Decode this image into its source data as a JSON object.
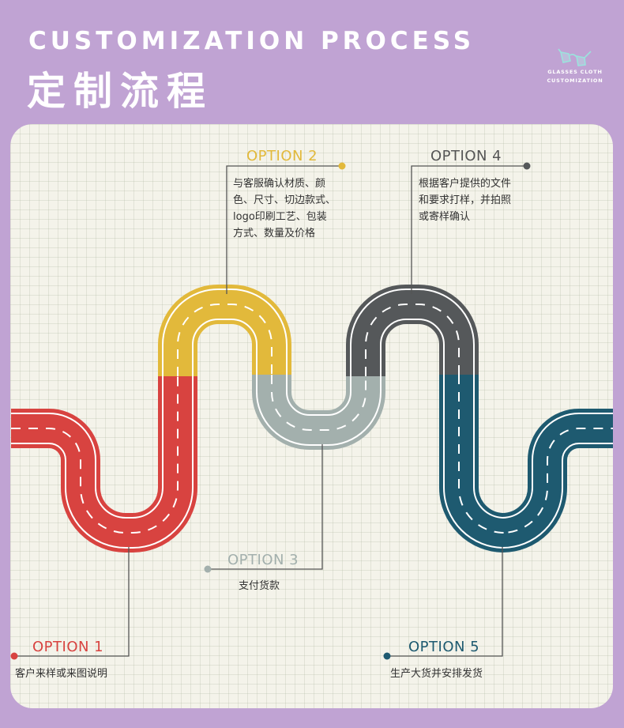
{
  "header": {
    "title_en": "CUSTOMIZATION PROCESS",
    "title_cn": "定制流程",
    "brand_line1": "GLASSES CLOTH",
    "brand_line2": "CUSTOMIZATION"
  },
  "steps": [
    {
      "label": "OPTION 1",
      "desc": [
        "客户来样或来图说明"
      ],
      "color": "#d84340"
    },
    {
      "label": "OPTION 2",
      "desc": [
        "与客服确认材质、颜",
        "色、尺寸、切边款式、",
        "logo印刷工艺、包装",
        "方式、数量及价格"
      ],
      "color": "#e2b93b"
    },
    {
      "label": "OPTION 3",
      "desc": [
        "支付货款"
      ],
      "color": "#a3b0ad"
    },
    {
      "label": "OPTION 4",
      "desc": [
        "根据客户提供的文件",
        "和要求打样，并拍照",
        "或寄样确认"
      ],
      "color": "#55585a"
    },
    {
      "label": "OPTION 5",
      "desc": [
        "生产大货并安排发货"
      ],
      "color": "#1e5a70"
    }
  ],
  "colors": {
    "background": "#c0a3d3",
    "card": "#f4f3ea",
    "red": "#d84340",
    "yellow": "#e2b93b",
    "light_gray": "#a3b0ad",
    "dark_gray": "#55585a",
    "teal": "#1e5a70",
    "title_yellow": "#e2b93b",
    "title_light_gray": "#a3b0ad",
    "title_dark_gray": "#555555",
    "title_teal": "#1e5a70"
  }
}
